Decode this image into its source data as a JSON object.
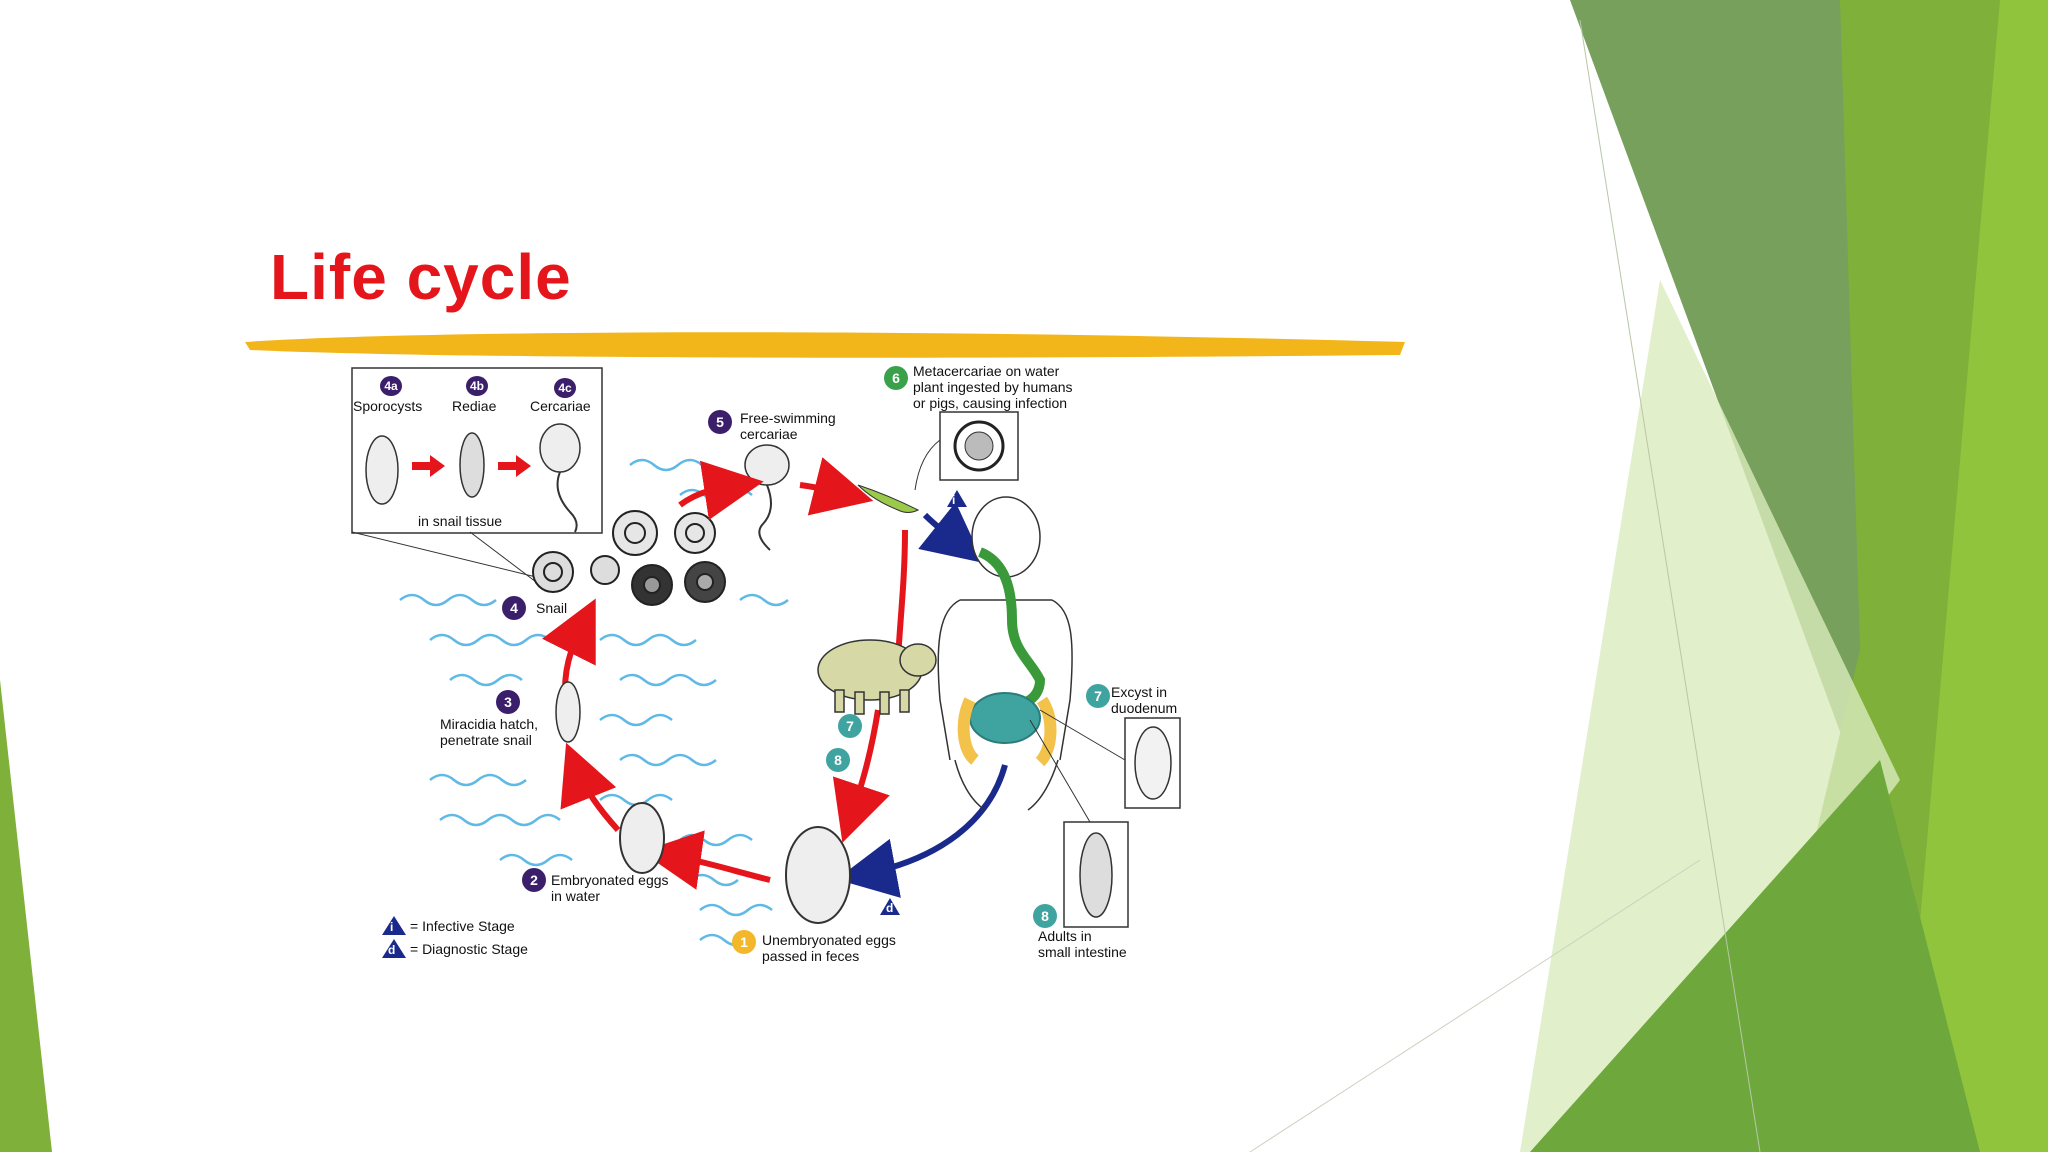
{
  "slide": {
    "title": "Life cycle"
  },
  "inset": {
    "stage_4a": {
      "badge": "4a",
      "label": "Sporocysts"
    },
    "stage_4b": {
      "badge": "4b",
      "label": "Rediae"
    },
    "stage_4c": {
      "badge": "4c",
      "label": "Cercariae"
    },
    "caption": "in snail tissue"
  },
  "stages": {
    "s1": {
      "badge": "1",
      "line1": "Unembryonated eggs",
      "line2": "passed in feces"
    },
    "s2": {
      "badge": "2",
      "line1": "Embryonated eggs",
      "line2": "in water"
    },
    "s3": {
      "badge": "3",
      "line1": "Miracidia hatch,",
      "line2": "penetrate snail"
    },
    "s4": {
      "badge": "4",
      "line1": "Snail"
    },
    "s5": {
      "badge": "5",
      "line1": "Free-swimming",
      "line2": "cercariae"
    },
    "s6": {
      "badge": "6",
      "line1": "Metacercariae on water",
      "line2": "plant ingested by humans",
      "line3": "or pigs, causing infection"
    },
    "s7": {
      "badge": "7",
      "line1": "Excyst in",
      "line2": "duodenum"
    },
    "s8": {
      "badge": "8",
      "line1": "Adults in",
      "line2": "small intestine"
    },
    "pig_7": "7",
    "pig_8": "8"
  },
  "markers": {
    "infective": "i",
    "diagnostic": "d"
  },
  "legend": {
    "infective": "= Infective Stage",
    "diagnostic": "= Diagnostic Stage"
  },
  "colors": {
    "title": "#e5161b",
    "underline": "#f2b61b",
    "cycle_arrow": "#e5161b",
    "human_arrow": "#1a2a8c",
    "water": "#5fb9e6",
    "badge_purple": "#3b1f6b",
    "badge_teal": "#3fa3a0",
    "badge_green": "#3aa14a",
    "badge_yellow": "#f3b72b",
    "green_dark": "#5e8f3e",
    "green_mid": "#7fb03a",
    "green_light": "#8fc43c"
  }
}
